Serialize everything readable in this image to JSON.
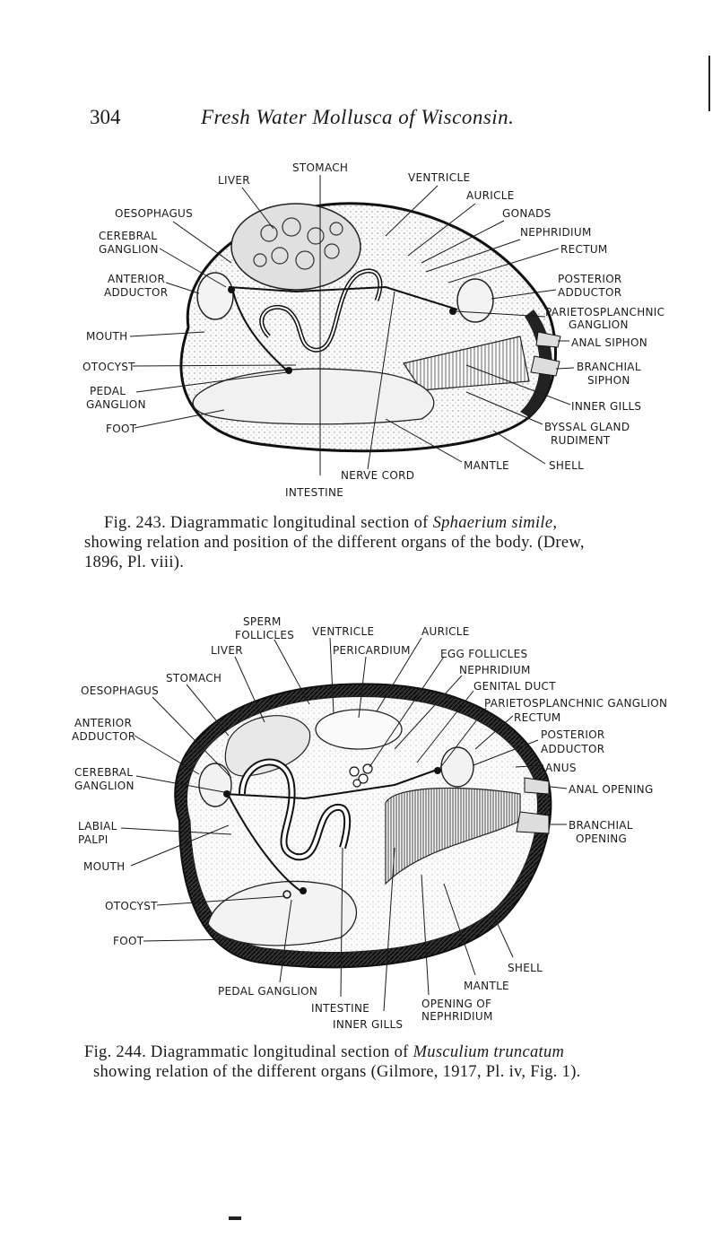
{
  "header": {
    "page_number": "304",
    "title": "Fresh Water Mollusca of Wisconsin."
  },
  "fig243": {
    "labels": {
      "stomach": "STOMACH",
      "liver": "LIVER",
      "ventricle": "VENTRICLE",
      "auricle": "AURICLE",
      "oesophagus": "OESOPHAGUS",
      "gonads": "GONADS",
      "cerebral_ganglion_1": "CEREBRAL",
      "cerebral_ganglion_2": "GANGLION",
      "nephridium": "NEPHRIDIUM",
      "rectum": "RECTUM",
      "anterior_adductor_1": "ANTERIOR",
      "anterior_adductor_2": "ADDUCTOR",
      "posterior_adductor_1": "POSTERIOR",
      "posterior_adductor_2": "ADDUCTOR",
      "parietosplanchnic_ganglion_1": "PARIETOSPLANCHNIC",
      "parietosplanchnic_ganglion_2": "GANGLION",
      "mouth": "MOUTH",
      "anal_siphon": "ANAL SIPHON",
      "otocyst": "OTOCYST",
      "branchial_siphon_1": "BRANCHIAL",
      "branchial_siphon_2": "SIPHON",
      "pedal_ganglion_1": "PEDAL",
      "pedal_ganglion_2": "GANGLION",
      "inner_gills": "INNER GILLS",
      "foot": "FOOT",
      "byssal_gland_1": "BYSSAL GLAND",
      "byssal_gland_2": "RUDIMENT",
      "mantle": "MANTLE",
      "shell": "SHELL",
      "nerve_cord": "NERVE CORD",
      "intestine": "INTESTINE"
    },
    "caption": {
      "lead": "Fig. 243. Diagrammatic longitudinal section of ",
      "species": "Sphaerium simile,",
      "line2": "showing relation and position of the different organs of the body. (Drew,",
      "line3": "1896, Pl. viii)."
    }
  },
  "fig244": {
    "labels": {
      "sperm_follicles_1": "SPERM",
      "sperm_follicles_2": "FOLLICLES",
      "ventricle": "VENTRICLE",
      "auricle": "AURICLE",
      "liver": "LIVER",
      "pericardium": "PERICARDIUM",
      "egg_follicles": "EGG FOLLICLES",
      "stomach": "STOMACH",
      "nephridium": "NEPHRIDIUM",
      "oesophagus": "OESOPHAGUS",
      "genital_duct": "GENITAL DUCT",
      "parietosplanchnic_ganglion": "PARIETOSPLANCHNIC GANGLION",
      "anterior_adductor_1": "ANTERIOR",
      "anterior_adductor_2": "ADDUCTOR",
      "rectum": "RECTUM",
      "posterior_adductor_1": "POSTERIOR",
      "posterior_adductor_2": "ADDUCTOR",
      "cerebral_ganglion_1": "CEREBRAL",
      "cerebral_ganglion_2": "GANGLION",
      "anus": "ANUS",
      "anal_opening": "ANAL OPENING",
      "labial_palpi_1": "LABIAL",
      "labial_palpi_2": "PALPI",
      "branchial_opening_1": "BRANCHIAL",
      "branchial_opening_2": "OPENING",
      "mouth": "MOUTH",
      "otocyst": "OTOCYST",
      "foot": "FOOT",
      "shell": "SHELL",
      "mantle": "MANTLE",
      "pedal_ganglion": "PEDAL GANGLION",
      "intestine": "INTESTINE",
      "opening_of_nephridium_1": "OPENING OF",
      "opening_of_nephridium_2": "NEPHRIDIUM",
      "inner_gills": "INNER GILLS"
    },
    "caption": {
      "lead": "Fig. 244. Diagrammatic longitudinal section of ",
      "species": "Musculium truncatum",
      "line2": "showing relation of the different organs (Gilmore, 1917, Pl. iv, Fig. 1)."
    }
  }
}
